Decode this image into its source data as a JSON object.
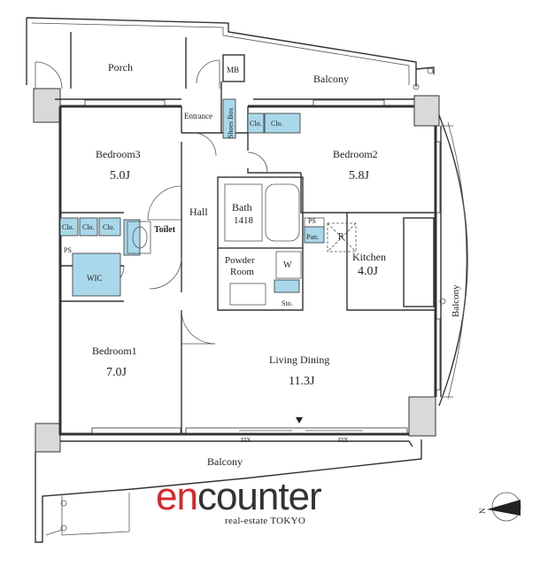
{
  "rooms": {
    "porch": "Porch",
    "mb": "MB",
    "balcony_top": "Balcony",
    "entrance": "Entrance",
    "shoes_box": "Shoes Box",
    "bedroom3": "Bedroom3",
    "bedroom3_size": "5.0J",
    "bedroom2": "Bedroom2",
    "bedroom2_size": "5.8J",
    "clo": "Clo.",
    "bath": "Bath",
    "bath_size": "1418",
    "hall": "Hall",
    "toilet": "Toilet",
    "ps": "PS",
    "pan": "Pan.",
    "r": "R",
    "kitchen": "Kitchen",
    "kitchen_size": "4.0J",
    "wic": "WIC",
    "powder_room_line1": "Powder",
    "powder_room_line2": "Room",
    "w": "W",
    "sto": "Sto.",
    "balcony_right": "Balcony",
    "bedroom1": "Bedroom1",
    "bedroom1_size": "7.0J",
    "living_dining": "Living Dining",
    "living_dining_size": "11.3J",
    "fix": "FIX",
    "balcony_bottom": "Balcony"
  },
  "logo": {
    "part_red": "en",
    "part_dark": "counter",
    "subtitle": "real-estate TOKYO"
  },
  "compass": {
    "label": "N"
  },
  "colors": {
    "storage": "#a9d8ea",
    "logo_red": "#d8262c",
    "logo_dark": "#333333",
    "pillar": "#d9d9d9"
  }
}
